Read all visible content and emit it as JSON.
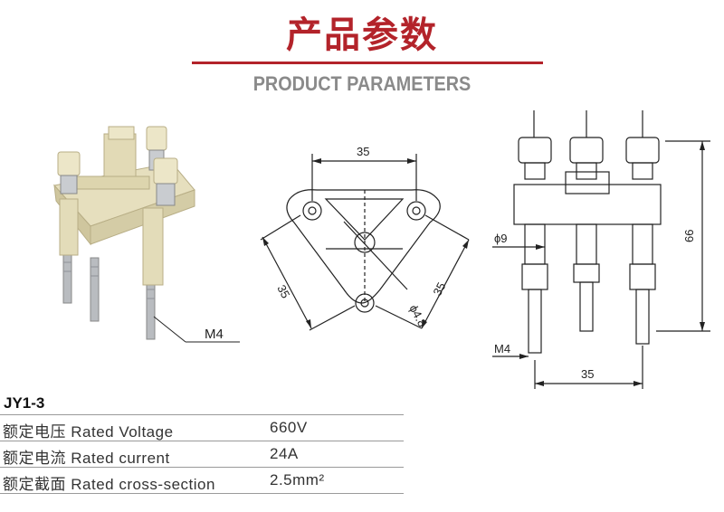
{
  "header": {
    "title_cn": "产品参数",
    "title_en": "PRODUCT PARAMETERS"
  },
  "photo": {
    "callout_label": "M4"
  },
  "top_view": {
    "dim_top": "35",
    "dim_left": "35",
    "dim_right": "35",
    "dim_hole": "ϕ4.8"
  },
  "side_view": {
    "dim_height": "66",
    "dim_diameter": "ϕ9",
    "dim_thread": "M4",
    "dim_pitch": "35"
  },
  "specs": {
    "model": "JY1-3",
    "rows": [
      {
        "label_cn": "额定电压",
        "label_en": "Rated Voltage",
        "value": "660V"
      },
      {
        "label_cn": "额定电流",
        "label_en": "Rated current",
        "value": "24A"
      },
      {
        "label_cn": "额定截面",
        "label_en": "Rated cross-section",
        "value": "2.5mm²"
      }
    ]
  },
  "colors": {
    "accent": "#b3232a",
    "subtitle": "#8a8a8a",
    "insulator": "#e9e3c4"
  }
}
